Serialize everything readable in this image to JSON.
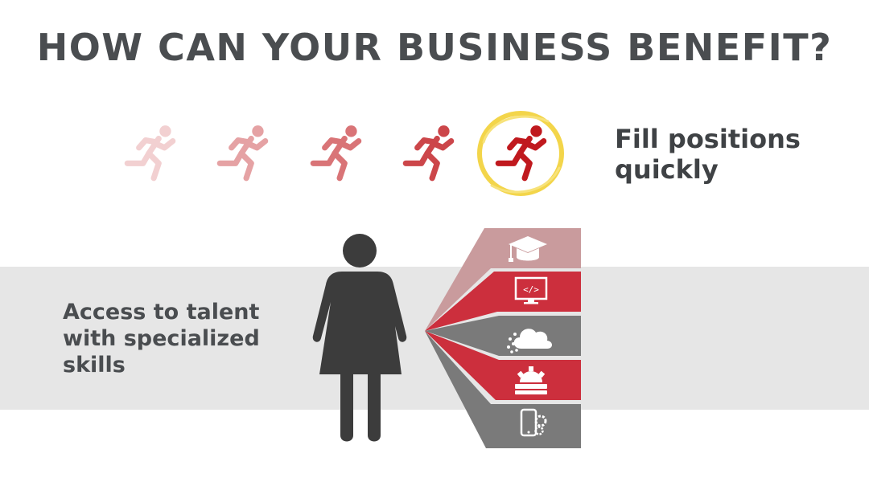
{
  "title": "HOW CAN YOUR BUSINESS BENEFIT?",
  "fill_positions": {
    "line1": "Fill positions",
    "line2": "quickly"
  },
  "access_talent": {
    "line1": "Access to talent",
    "line2": "with specialized",
    "line3": "skills"
  },
  "colors": {
    "heading": "#4a4d50",
    "runner_red": "#c0191e",
    "highlight_yellow": "#f3d54a",
    "band_gray": "#e6e6e6",
    "figure_dark": "#3c3c3c",
    "segment_red": "#cc2f3d",
    "segment_gray": "#7a7a7a",
    "segment_pink": "#c99b9d"
  },
  "runners": [
    {
      "icon": "running-person-icon",
      "opacity": 0.2
    },
    {
      "icon": "running-person-icon",
      "opacity": 0.4
    },
    {
      "icon": "running-person-icon",
      "opacity": 0.6
    },
    {
      "icon": "running-person-icon",
      "opacity": 0.8
    },
    {
      "icon": "running-person-icon",
      "opacity": 1.0,
      "highlighted": true
    }
  ],
  "skill_icons": [
    "graduation-cap-icon",
    "code-monitor-icon",
    "cloud-data-icon",
    "engineering-gear-icon",
    "mobile-settings-icon"
  ]
}
